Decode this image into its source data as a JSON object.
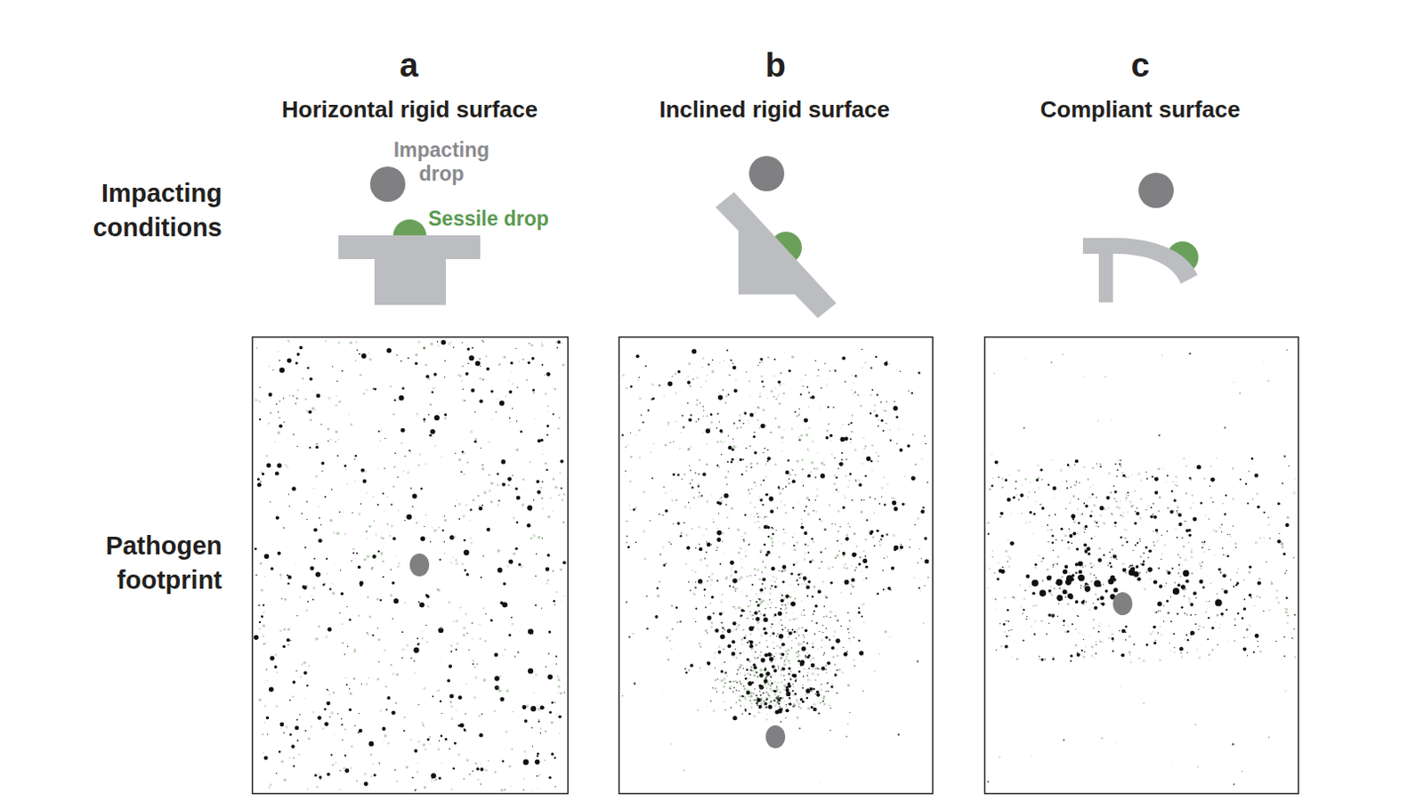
{
  "diagram": {
    "labels": [
      "a",
      "Horizontal rigid surface",
      "b",
      "Inclined rigid surface",
      "c",
      "Compliant surface",
      "Impacting conditions",
      "Pathogen footprint",
      "Impacting drop",
      "Sessile drop"
    ]
  }
}
